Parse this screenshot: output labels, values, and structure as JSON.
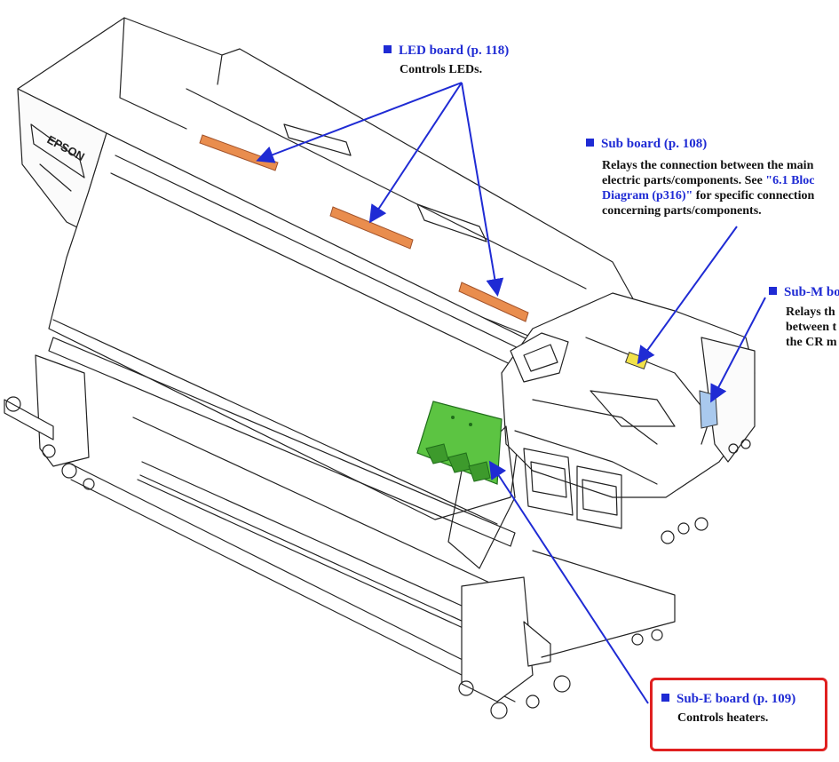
{
  "brand": "EPSON",
  "callouts": {
    "led": {
      "title": "LED board (p. 118)",
      "desc": "Controls LEDs."
    },
    "sub": {
      "title": "Sub board (p. 108)",
      "line1": "Relays the connection between the main",
      "line2a": "electric parts/components. See ",
      "line2link": "\"6.1 Bloc",
      "line3link": "Diagram (p316)\"",
      "line3b": " for specific connection",
      "line4": "concerning parts/components."
    },
    "subm": {
      "title": "Sub-M bo",
      "line1": "Relays th",
      "line2": "between t",
      "line3": "the CR m"
    },
    "sube": {
      "title": "Sub-E board (p. 109)",
      "desc": "Controls heaters."
    }
  },
  "colors": {
    "callout_blue": "#1f2bd4",
    "highlight_red": "#e02020",
    "led_orange": "#e98d4e",
    "board_green": "#5cc442",
    "connector_blue": "#a9c9ee",
    "sub_yellow": "#f2e24a"
  }
}
